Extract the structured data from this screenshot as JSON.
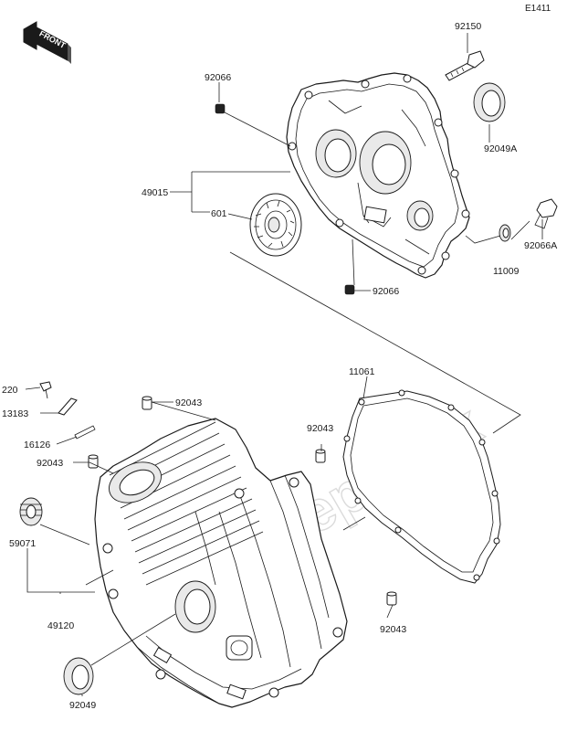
{
  "diagram_code": "E1411",
  "front_arrow": {
    "text": "FRONT",
    "icon": "front-direction-arrow-icon"
  },
  "watermark": {
    "text": "PartsRepublik"
  },
  "parts": [
    {
      "id": "p-92150",
      "label": "92150"
    },
    {
      "id": "p-92066-top",
      "label": "92066"
    },
    {
      "id": "p-92049A",
      "label": "92049A"
    },
    {
      "id": "p-49015",
      "label": "49015"
    },
    {
      "id": "p-601",
      "label": "601"
    },
    {
      "id": "p-92066A",
      "label": "92066A"
    },
    {
      "id": "p-11009",
      "label": "11009"
    },
    {
      "id": "p-92066-mid",
      "label": "92066"
    },
    {
      "id": "p-220",
      "label": "220"
    },
    {
      "id": "p-13183",
      "label": "13183"
    },
    {
      "id": "p-92043-a",
      "label": "92043"
    },
    {
      "id": "p-11061",
      "label": "11061"
    },
    {
      "id": "p-16126",
      "label": "16126"
    },
    {
      "id": "p-92043-b",
      "label": "92043"
    },
    {
      "id": "p-92043-c",
      "label": "92043"
    },
    {
      "id": "p-59071",
      "label": "59071"
    },
    {
      "id": "p-49120",
      "label": "49120"
    },
    {
      "id": "p-92043-d",
      "label": "92043"
    },
    {
      "id": "p-92049",
      "label": "92049"
    }
  ]
}
